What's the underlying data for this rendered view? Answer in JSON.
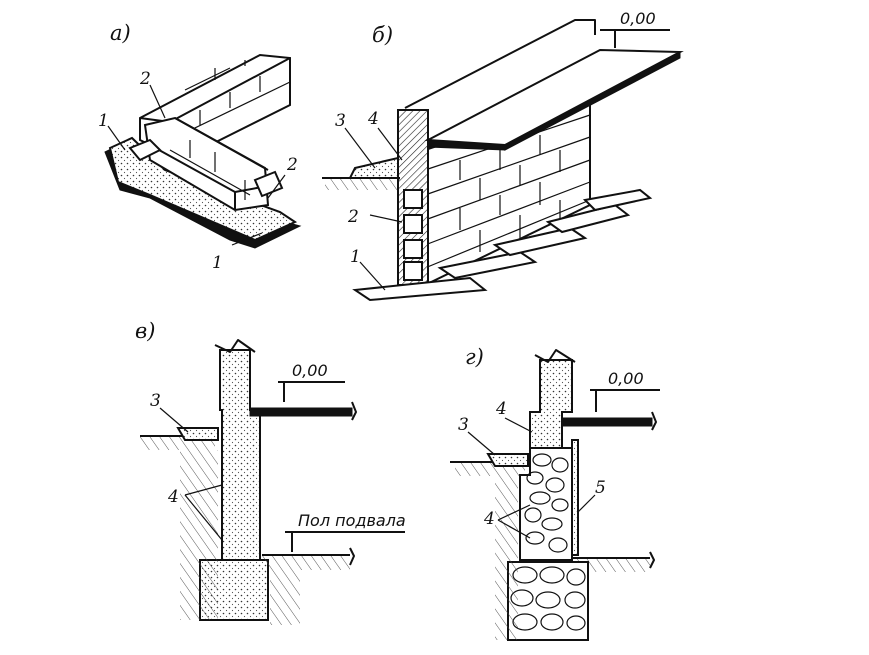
{
  "panels": {
    "a": {
      "label": "а)",
      "callouts": [
        "1",
        "2",
        "2",
        "1"
      ]
    },
    "b": {
      "label": "б)",
      "elevation": "0,00",
      "callouts": [
        "3",
        "4",
        "2",
        "1"
      ]
    },
    "v": {
      "label": "в)",
      "elevation": "0,00",
      "basement_floor": "Пол подвала",
      "callouts": [
        "3",
        "4"
      ]
    },
    "g": {
      "label": "г)",
      "elevation": "0,00",
      "callouts": [
        "4",
        "3",
        "5",
        "4"
      ]
    }
  }
}
